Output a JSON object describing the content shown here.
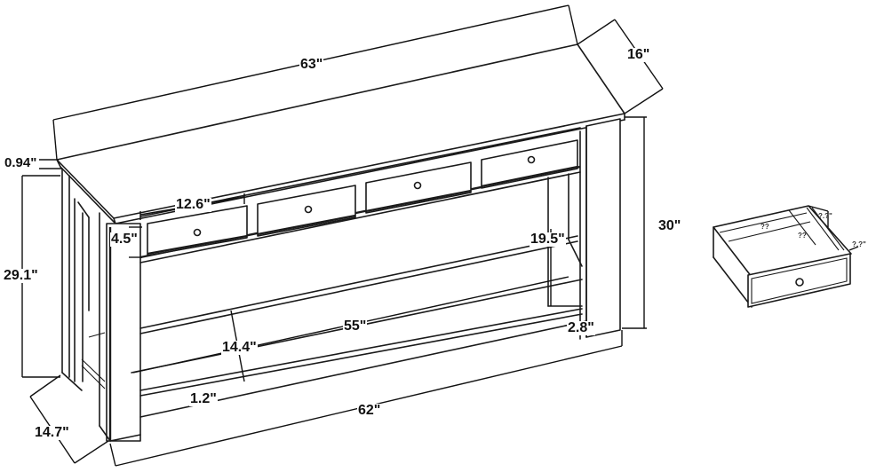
{
  "diagram": {
    "type": "furniture-dimension-drawing",
    "subject": "console table with 4 drawers and bottom shelf",
    "dimensions": {
      "top_length": "63\"",
      "top_depth": "16\"",
      "top_thickness": "0.94\"",
      "height_total": "30\"",
      "leg_height": "29.1\"",
      "drawer_width": "12.6\"",
      "drawer_height": "4.5\"",
      "side_opening_height": "19.5\"",
      "bottom_shelf_width": "55\"",
      "bottom_shelf_depth": "14.4\"",
      "shelf_clearance": "2.8\"",
      "shelf_thickness": "1.2\"",
      "base_length": "62\"",
      "base_depth": "14.7\""
    },
    "drawer_detail": {
      "labels": [
        "??",
        "??",
        "?.?\"",
        "?.?\""
      ],
      "note": "small drawer dimension labels illegible"
    },
    "drawer_count": 4
  }
}
